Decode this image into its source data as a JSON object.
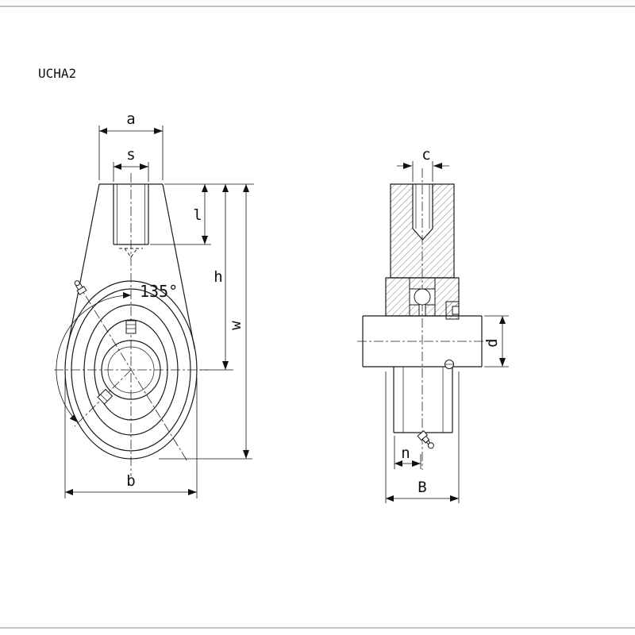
{
  "page": {
    "part_number": "UCHA2"
  },
  "front_view": {
    "labels": {
      "a": "a",
      "s": "s",
      "l": "l",
      "h": "h",
      "w": "w",
      "b": "b",
      "angle": "135°"
    }
  },
  "side_view": {
    "labels": {
      "c": "c",
      "d": "d",
      "n": "n",
      "B": "B"
    }
  }
}
